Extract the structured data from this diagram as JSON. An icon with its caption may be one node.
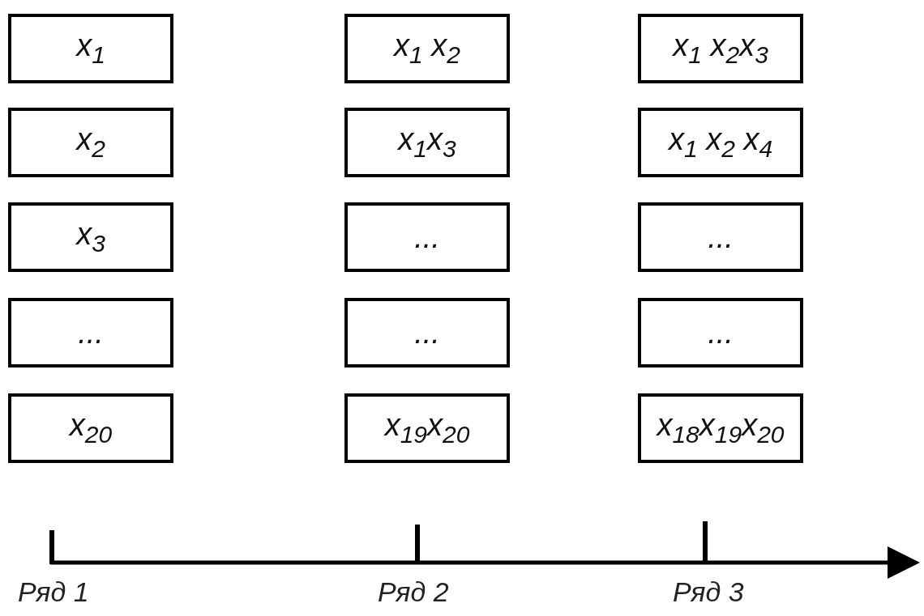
{
  "diagram": {
    "nodes": [
      {
        "text": [
          "x$_{1}$"
        ]
      },
      {
        "text": [
          "x$_{1}$ x$_{2}$"
        ]
      },
      {
        "text": [
          "x$_{1}$ x$_{2}$x$_{3}$"
        ]
      },
      {
        "text": [
          "x$_{2}$"
        ]
      },
      {
        "text": [
          "x$_{1}$x$_{3}$"
        ]
      },
      {
        "text": [
          "x$_{1}$ x$_{2}$ x$_{4}$"
        ]
      },
      {
        "text": [
          "x$_{3}$"
        ]
      },
      {
        "text": [
          "..."
        ]
      },
      {
        "text": [
          "..."
        ]
      },
      {
        "text": [
          "..."
        ]
      },
      {
        "text": [
          "..."
        ]
      },
      {
        "text": [
          "..."
        ]
      },
      {
        "text": [
          "x$_{20}$"
        ]
      },
      {
        "text": [
          "x$_{19}$x$_{20}$"
        ]
      },
      {
        "text": [
          "x$_{18}$x$_{19}$x$_{20}$"
        ]
      }
    ],
    "edges": [],
    "labels": [
      "Ряд 1",
      "Ряд 2",
      "Ряд 3"
    ]
  }
}
